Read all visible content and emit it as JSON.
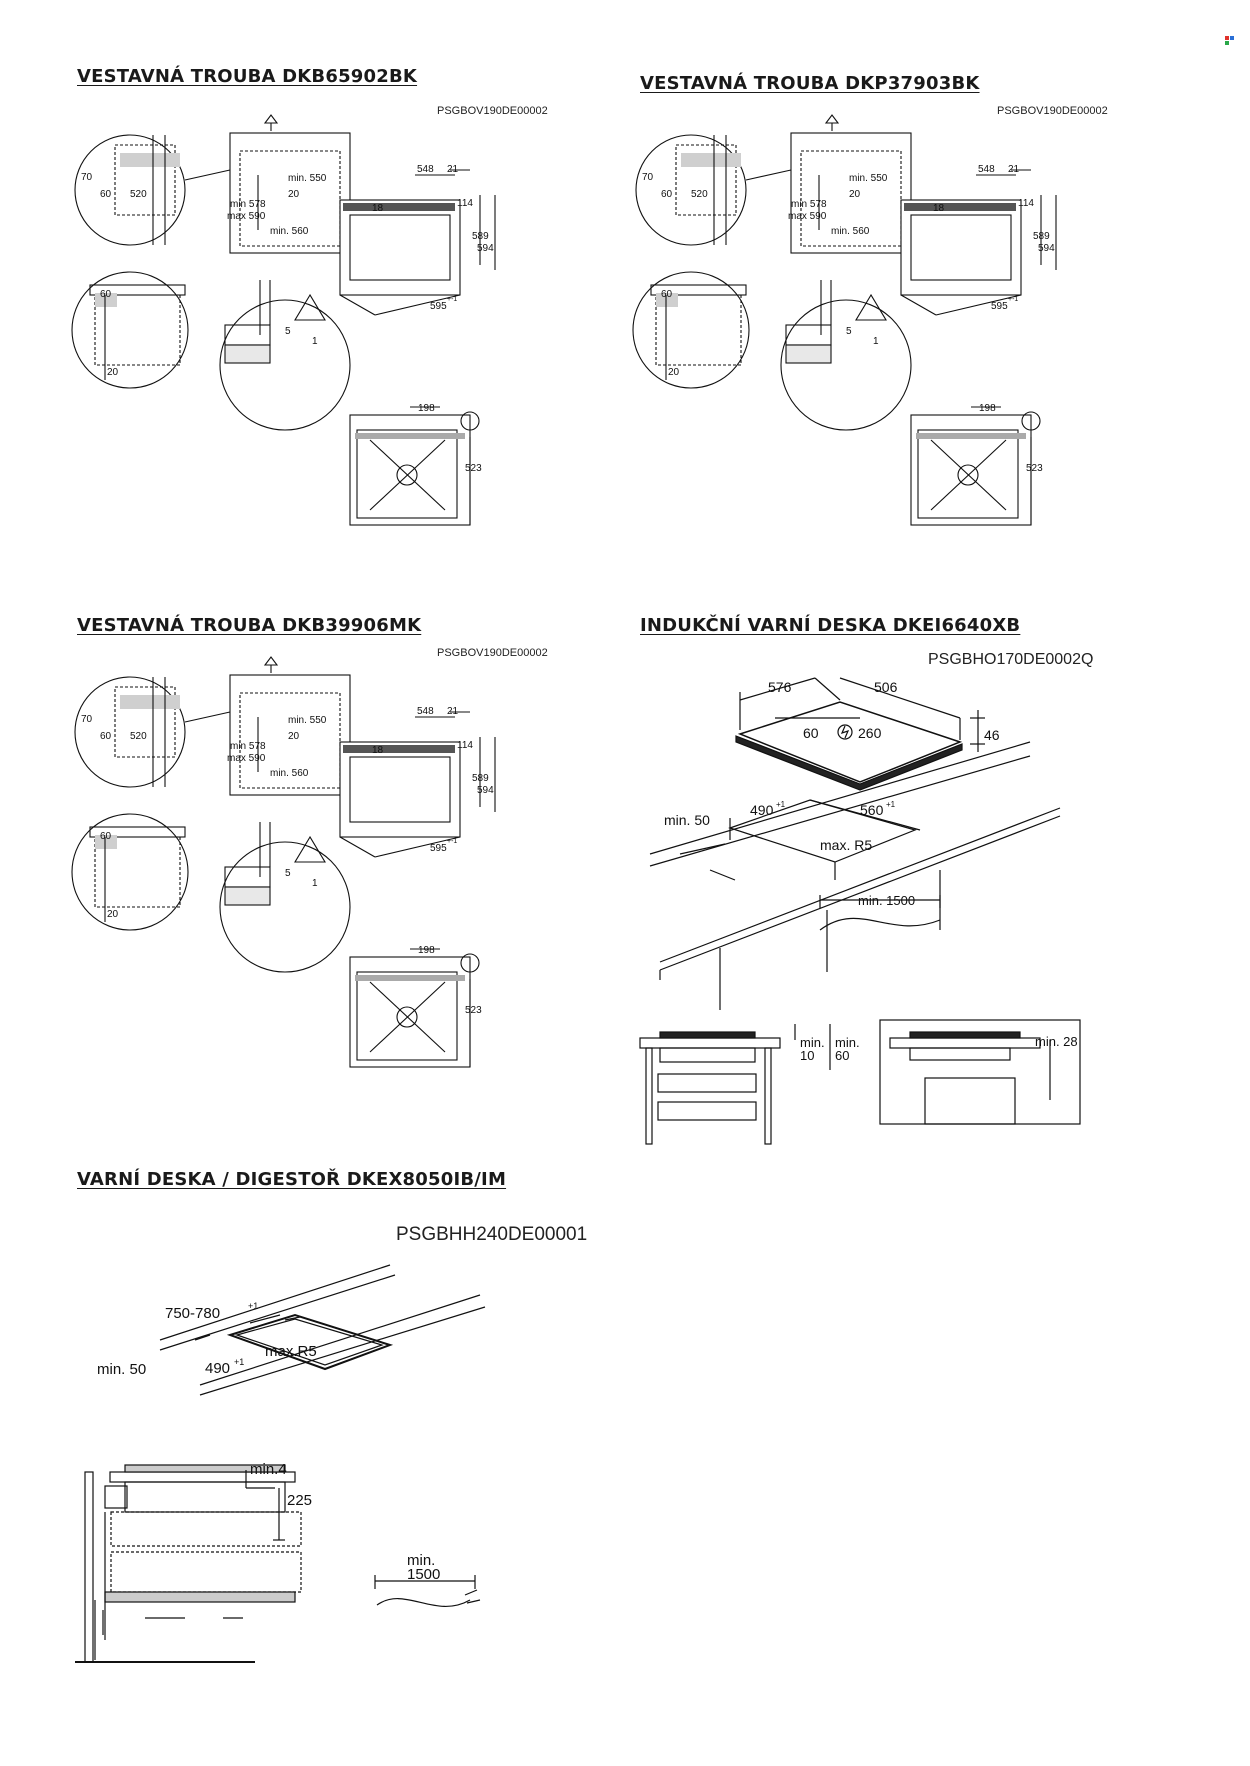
{
  "brand_logo": {
    "name": "corner-logo-icon",
    "colors": [
      "#e0322b",
      "#2a6fd6",
      "#2aa84a"
    ]
  },
  "oven_labels": {
    "dim_70": "70",
    "dim_60": "60",
    "dim_520": "520",
    "dim_min578": "min 578",
    "dim_max590": "max 590",
    "dim_min550": "min. 550",
    "dim_20": "20",
    "dim_min560": "min. 560",
    "dim_548": "548",
    "dim_21": "21",
    "dim_18": "18",
    "dim_114": "114",
    "dim_589": "589",
    "dim_594": "594",
    "dim_595": "595",
    "dim_595_sup": "+-1",
    "dim_60b": "60",
    "dim_20b": "20",
    "dim_5": "5",
    "dim_1": "1",
    "dim_198": "198",
    "dim_523": "523"
  },
  "sections": {
    "oven1": {
      "title": "VESTAVNÁ TROUBA DKB65902BK",
      "code": "PSGBOV190DE00002"
    },
    "oven2": {
      "title": "VESTAVNÁ TROUBA DKP37903BK",
      "code": "PSGBOV190DE00002"
    },
    "oven3": {
      "title": "VESTAVNÁ TROUBA DKB39906MK",
      "code": "PSGBOV190DE00002"
    },
    "induction": {
      "title": "INDUKČNÍ VARNÍ DESKA DKEI6640XB",
      "code": "PSGBHO170DE0002Q",
      "labels": {
        "dim_576": "576",
        "dim_506": "506",
        "dim_60": "60",
        "dim_260": "260",
        "dim_46": "46",
        "dim_min50": "min. 50",
        "dim_490": "490",
        "dim_490_sup": "+1",
        "dim_560": "560",
        "dim_560_sup": "+1",
        "dim_maxr5": "max. R5",
        "dim_min1500": "min. 1500",
        "dim_min10_a": "min.",
        "dim_min10_b": "10",
        "dim_min60_a": "min.",
        "dim_min60_b": "60",
        "dim_min28": "min. 28"
      }
    },
    "hood": {
      "title": "VARNÍ DESKA / DIGESTOŘ DKEX8050IB/IM",
      "code": "PSGBHH240DE00001",
      "labels": {
        "dim_750780": "750-780",
        "dim_750780_sup": "+1",
        "dim_maxr5": "max.R5",
        "dim_min50": "min. 50",
        "dim_490": "490",
        "dim_490_sup": "+1",
        "dim_min4": "min.4",
        "dim_225": "225",
        "dim_min_a": "min.",
        "dim_1500": "1500"
      }
    }
  }
}
